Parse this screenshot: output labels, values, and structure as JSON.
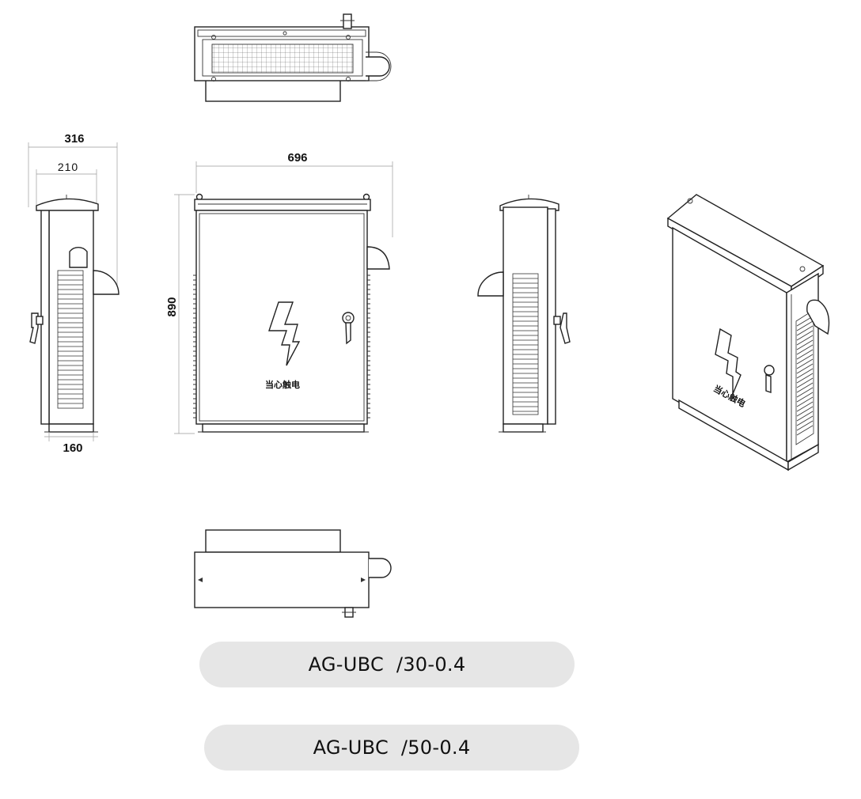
{
  "dimensions": {
    "depth_total": "316",
    "depth_body": "210",
    "base_depth": "160",
    "width": "696",
    "height": "890"
  },
  "warning_label": "当心触电",
  "models": [
    {
      "label": "AG-UBC  /30-0.4"
    },
    {
      "label": "AG-UBC  /50-0.4"
    }
  ],
  "icons": [
    "lightning-bolt-icon",
    "door-handle-icon",
    "rain-hood-icon",
    "ventilation-grille-icon"
  ]
}
